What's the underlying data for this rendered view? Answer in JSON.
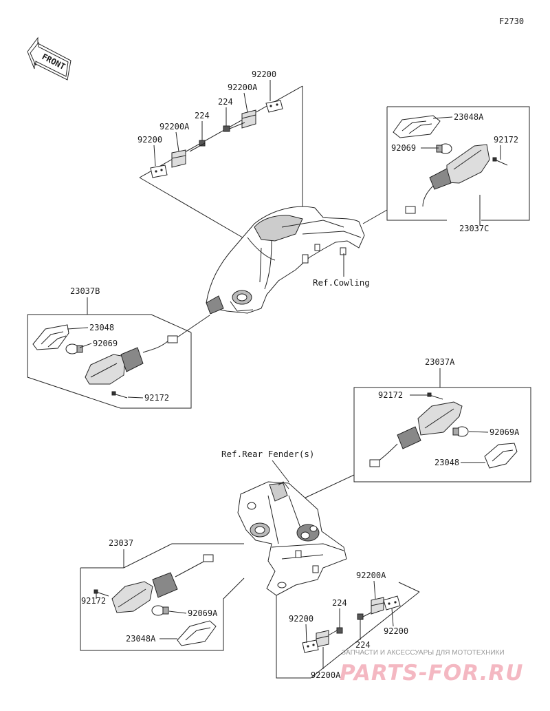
{
  "page_code": "F2730",
  "front_label": "FRONT",
  "labels": {
    "p92200_top": "92200",
    "p92200A_top": "92200A",
    "p224_top_right": "224",
    "p224_top_left": "224",
    "p92200A_top_left": "92200A",
    "p92200_top_left": "92200",
    "p23048A_top": "23048A",
    "p92069_top": "92069",
    "p92172_top": "92172",
    "p23037C": "23037C",
    "ref_cowling": "Ref.Cowling",
    "p23037B": "23037B",
    "p23048_left": "23048",
    "p92069_left": "92069",
    "p92172_left": "92172",
    "p23037A": "23037A",
    "p92172_right": "92172",
    "p92069A_right": "92069A",
    "p23048_right": "23048",
    "ref_rear_fender": "Ref.Rear Fender(s)",
    "p23037": "23037",
    "p92172_bottom": "92172",
    "p92069A_bottom": "92069A",
    "p23048A_bottom": "23048A",
    "p92200A_bottom_right": "92200A",
    "p224_bottom_mid": "224",
    "p224_bottom_right": "224",
    "p92200_bottom_left": "92200",
    "p92200_bottom_right": "92200",
    "p92200A_bottom": "92200A"
  },
  "watermark": {
    "tagline": "ЗАПЧАСТИ И АКСЕССУАРЫ ДЛЯ МОТОТЕХНИКИ",
    "brand": "PARTS-FOR.RU"
  }
}
